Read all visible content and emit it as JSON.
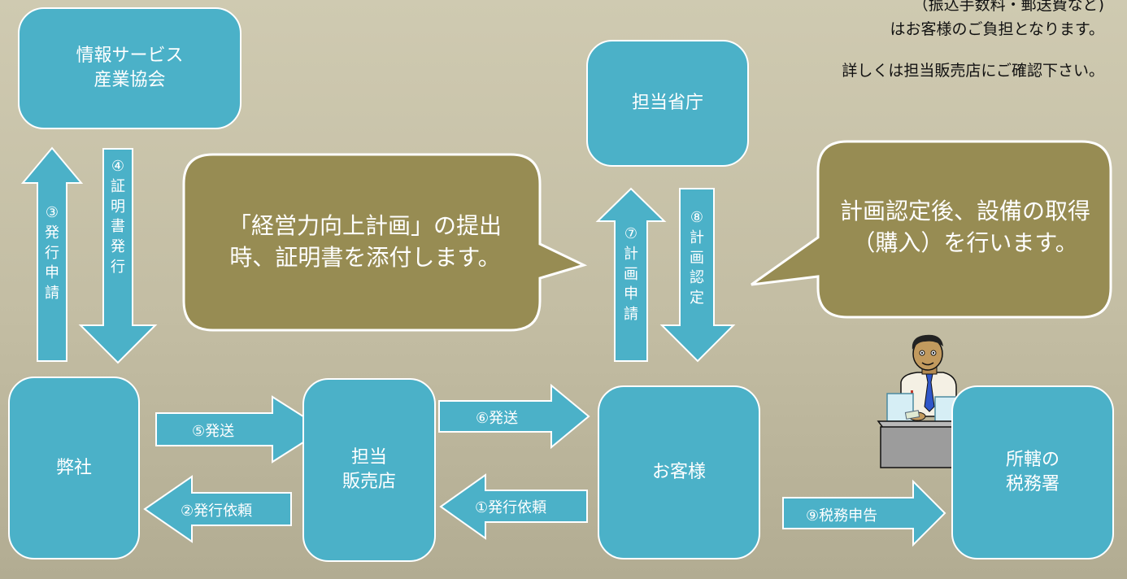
{
  "nodes": {
    "jisa": "情報サービス\n産業協会",
    "ministry": "担当省庁",
    "company": "弊社",
    "dealer": "担当\n販売店",
    "customer": "お客様",
    "tax_office": "所轄の\n税務署"
  },
  "arrows": {
    "step3": "③発行申請",
    "step4": "④証明書発行",
    "step5": "⑤発送",
    "step6": "⑥発送",
    "step2": "②発行依頼",
    "step1": "①発行依頼",
    "step7": "⑦計画申請",
    "step8": "⑧計画認定",
    "step9": "⑨税務申告"
  },
  "callouts": {
    "left": "「経営力向上計画」の提出時、証明書を添付します。",
    "right": "計画認定後、設備の取得（購入）を行います。"
  },
  "note": {
    "line1": "（振込手数料・郵送費など)",
    "line2": "はお客様のご負担となります。",
    "line3": "詳しくは担当販売店にご確認下さい。"
  },
  "colors": {
    "node_fill": "#4bb1c8",
    "callout_fill": "#978c53",
    "background": "#c9c3a9"
  },
  "icons": {
    "tax_office_icon": "clerk-at-desk-icon"
  }
}
